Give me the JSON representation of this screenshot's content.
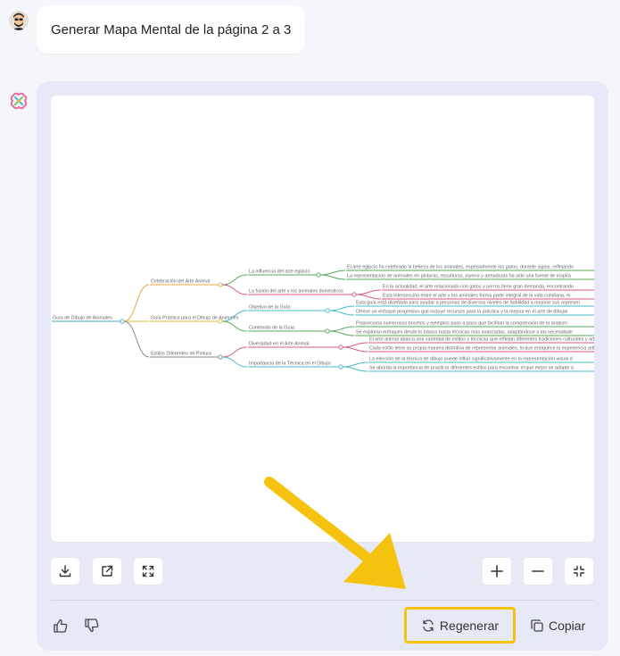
{
  "user_message": {
    "text": "Generar Mapa Mental de la página 2 a 3"
  },
  "mindmap": {
    "root": "Guía de Dibujo de Animales",
    "branches": [
      {
        "label": "Celebración del Arte Animal",
        "color": "#e8a64a",
        "children": [
          {
            "label": "La influencia del arte egipcio",
            "color": "#5aa85a",
            "leaves": [
              "El arte egipcio ha celebrado la belleza de los animales, especialmente los gatos, durante siglos, reflejando",
              "La representación de animales en pinturas, esculturas, joyería y armaduras ha sido una fuente de inspira"
            ]
          },
          {
            "label": "La fusión del arte y los animales domésticos",
            "color": "#d45a8a",
            "leaves": [
              "En la actualidad, el arte relacionado con gatos y perros tiene gran demanda, encontrando",
              "Esta intersección entre el arte y los animales forma parte integral de la vida cotidiana, m"
            ]
          }
        ]
      },
      {
        "label": "Guía Práctica para el Dibujo de Animales",
        "color": "#d6c23a",
        "children": [
          {
            "label": "Objetivo de la Guía",
            "color": "#4ab8c8",
            "leaves": [
              "Esta guía está diseñada para ayudar a personas de diversos niveles de habilidad a mejorar sus represen",
              "Ofrece un enfoque progresivo que incluye recursos para la práctica y la mejora en el arte de dibujar"
            ]
          },
          {
            "label": "Contenido de la Guía",
            "color": "#5aa85a",
            "leaves": [
              "Proporciona numerosos bocetos y ejemplos paso a paso que facilitan la comprensión de la anatom",
              "Se exploran enfoques desde lo básico hasta técnicas más avanzadas, adaptándose a las necesidade"
            ]
          }
        ]
      },
      {
        "label": "Estilos Diferentes de Pintura",
        "color": "#888888",
        "children": [
          {
            "label": "Diversidad en el Arte Animal",
            "color": "#d45a8a",
            "leaves": [
              "El arte animal abarca una variedad de estilos y técnicas que reflejan diferentes tradiciones culturales y arti",
              "Cada estilo tiene su propia manera distintiva de representar animales, lo que enriquece la experiencia arti"
            ]
          },
          {
            "label": "Importancia de la Técnica en el Dibujo",
            "color": "#4ab8c8",
            "leaves": [
              "La elección de la técnica de dibujo puede influir significativamente en la representación visual d",
              "Se aborda la importancia de practicar diferentes estilos para encontrar el que mejor se adapte a"
            ]
          }
        ]
      }
    ]
  },
  "toolbar": {
    "left": [
      "download-icon",
      "share-icon",
      "fullscreen-icon"
    ],
    "right": [
      "zoom-in-icon",
      "zoom-out-icon",
      "fit-screen-icon"
    ]
  },
  "actions": {
    "regenerate_label": "Regenerar",
    "copy_label": "Copiar"
  },
  "colors": {
    "highlight": "#f5c30f",
    "card_bg": "#e8e9f7"
  }
}
